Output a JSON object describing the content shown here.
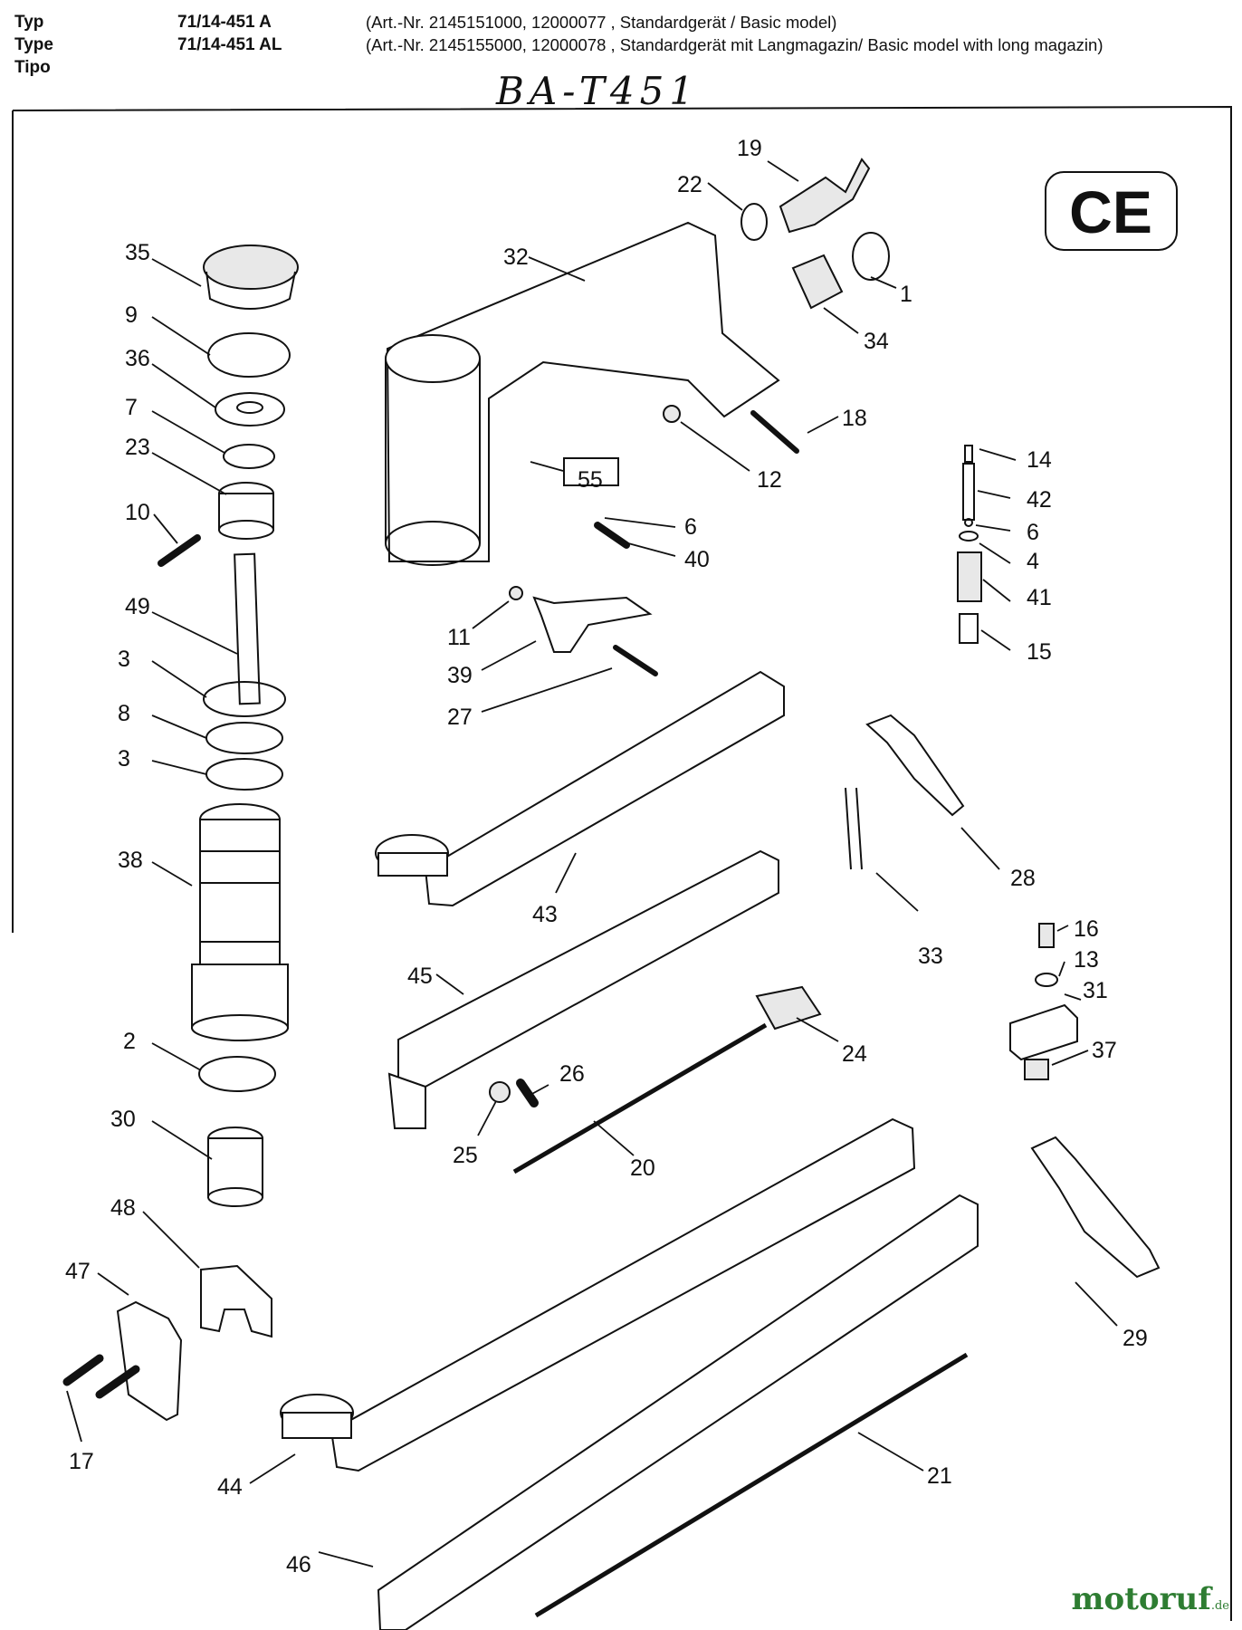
{
  "header": {
    "labels": [
      "Typ",
      "Type",
      "Tipo"
    ],
    "models": [
      "71/14-451 A",
      "71/14-451 AL"
    ],
    "descriptions": [
      "(Art.-Nr. 2145151000, 12000077 , Standardgerät / Basic model)",
      "(Art.-Nr. 2145155000, 12000078 , Standardgerät mit Langmagazin/ Basic model with long magazin)"
    ]
  },
  "handwritten_code": "BA-T451",
  "ce_mark": "CE",
  "box_label": "55",
  "part_labels": [
    "35",
    "9",
    "36",
    "7",
    "23",
    "10",
    "49",
    "3",
    "8",
    "3",
    "38",
    "2",
    "30",
    "48",
    "47",
    "17",
    "32",
    "19",
    "22",
    "1",
    "34",
    "18",
    "12",
    "55",
    "6",
    "40",
    "11",
    "39",
    "27",
    "43",
    "45",
    "24",
    "26",
    "25",
    "20",
    "21",
    "44",
    "46",
    "14",
    "42",
    "6",
    "4",
    "41",
    "15",
    "28",
    "33",
    "16",
    "13",
    "31",
    "37",
    "29"
  ],
  "watermark": {
    "brand": "motoruf",
    "tld": ".de"
  },
  "colors": {
    "ink": "#111111",
    "watermark": "#2e7d32"
  }
}
